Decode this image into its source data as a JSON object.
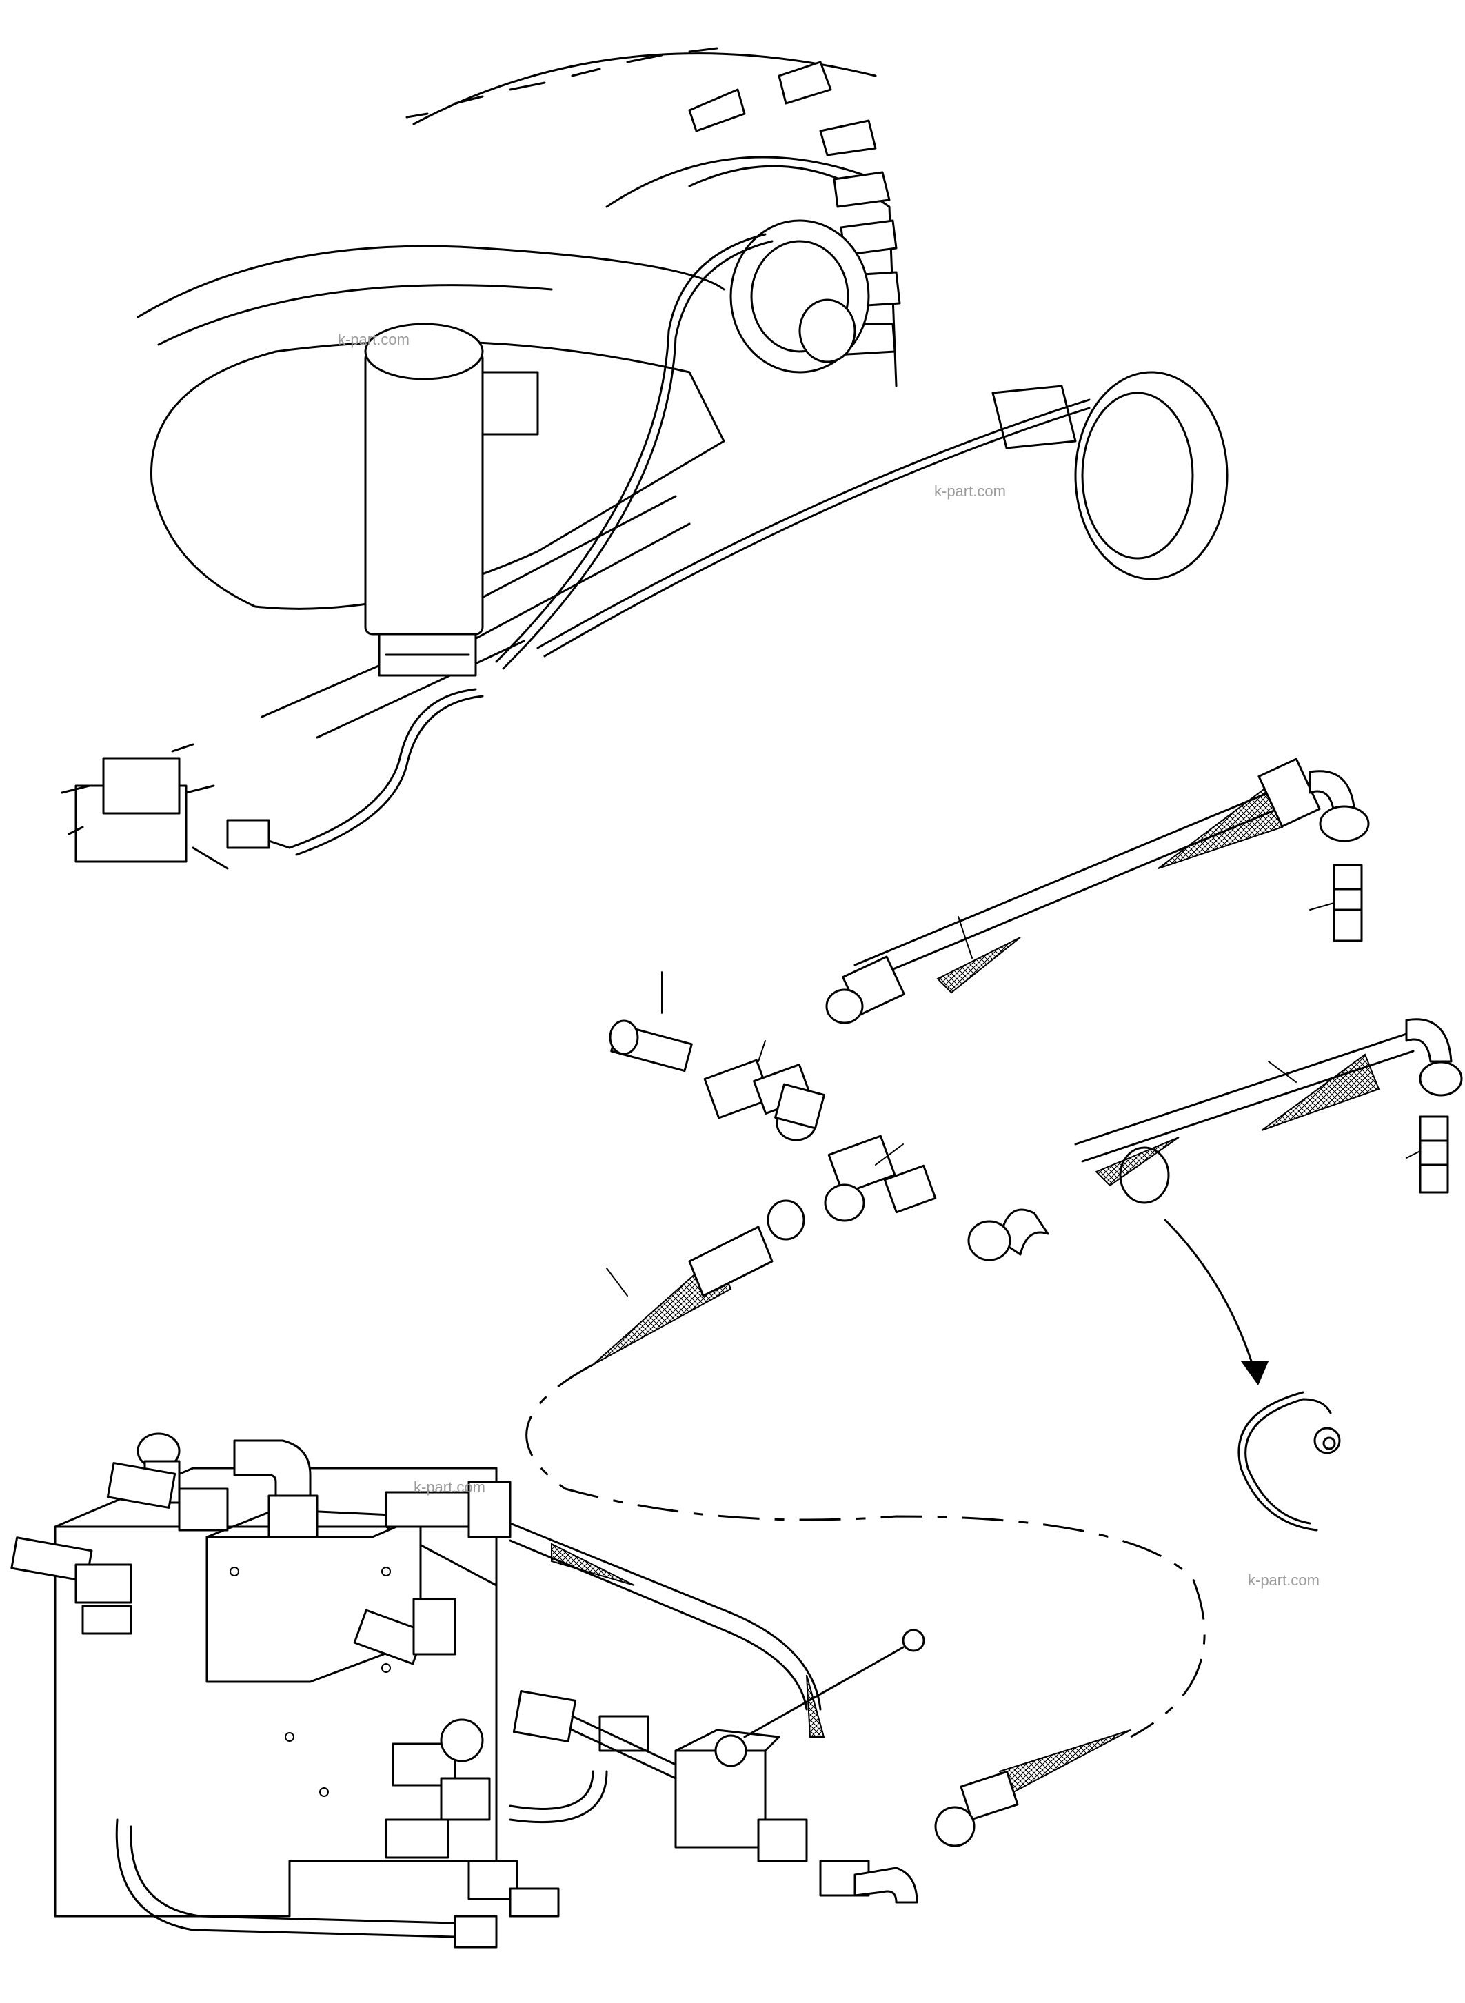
{
  "watermarks": [
    "k-part.com",
    "k-part.com",
    "k-part.com",
    "k-part.com"
  ],
  "icons": [
    "tire-icon",
    "hydraulic-cylinder-icon",
    "brake-drum-icon",
    "valve-block-icon",
    "hose-assembly-icon",
    "tee-fitting-icon",
    "elbow-fitting-icon",
    "adapter-fitting-icon",
    "hose-clamp-icon",
    "arrow-icon"
  ],
  "colors": {
    "line": "#000000",
    "background": "#ffffff",
    "watermark": "#9a9a9a"
  }
}
